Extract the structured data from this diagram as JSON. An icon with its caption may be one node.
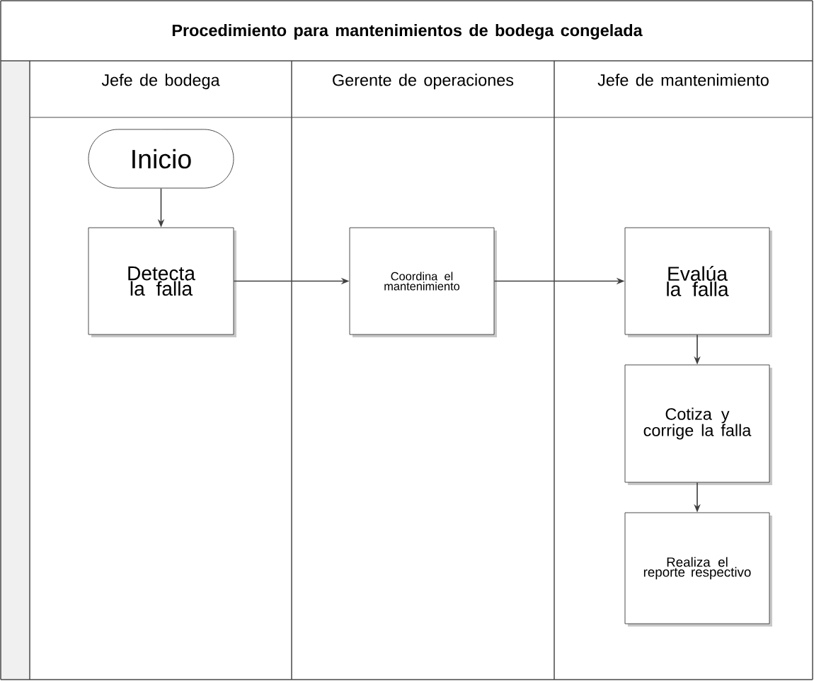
{
  "diagram": {
    "title": "Procedimiento para mantenimientos de bodega congelada",
    "nodes": [
      {
        "text": [
          "Jefe de bodega"
        ]
      },
      {
        "text": [
          "Gerente de operaciones"
        ]
      },
      {
        "text": [
          "Jefe de mantenimiento"
        ]
      },
      {
        "text": [
          "Inicio"
        ],
        "in": 0
      },
      {
        "text": [
          "Detecta la falla"
        ],
        "in": 0
      },
      {
        "text": [
          "Coordina el mantenimiento"
        ],
        "in": 1
      },
      {
        "text": [
          "Evalúa la falla"
        ],
        "in": 2
      },
      {
        "text": [
          "Cotiza y corrige la falla"
        ],
        "in": 2
      },
      {
        "text": [
          "Realiza el reporte respectivo"
        ],
        "in": 2
      }
    ],
    "edges": [
      {
        "from": 3,
        "to": 4,
        "arrow": "to"
      },
      {
        "from": 4,
        "to": 5,
        "arrow": "to"
      },
      {
        "from": 5,
        "to": 6,
        "arrow": "to"
      },
      {
        "from": 6,
        "to": 7,
        "arrow": "to"
      },
      {
        "from": 7,
        "to": 8,
        "arrow": "to"
      }
    ]
  }
}
